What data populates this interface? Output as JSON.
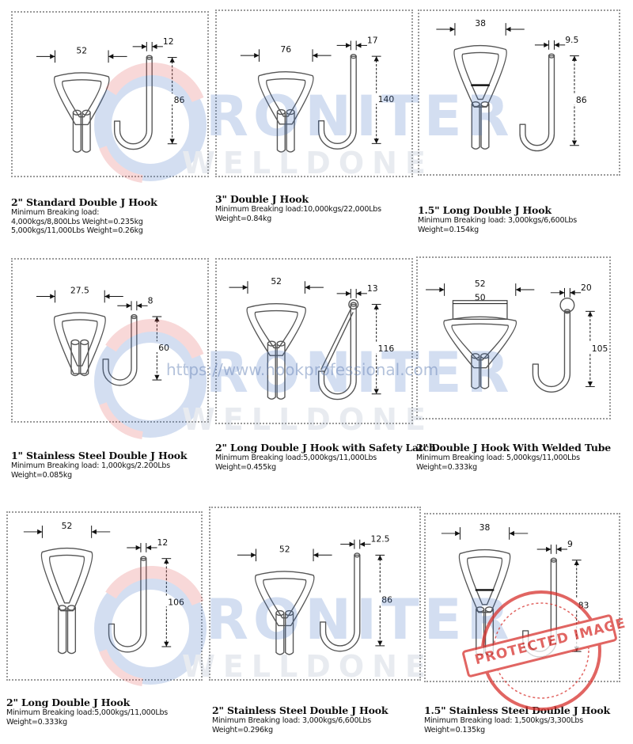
{
  "products": [
    {
      "title": "2\" Standard Double J Hook",
      "specs": [
        "Minimum Breaking load:",
        "4,000kgs/8,800Lbs Weight=0.235kg",
        "5,000kgs/11,000Lbs Weight=0.26kg"
      ],
      "dims": {
        "width": "52",
        "wire": "12",
        "height": "86"
      }
    },
    {
      "title": "3\" Double J Hook",
      "specs": [
        "Minimum Breaking load:10,000kgs/22,000Lbs",
        "Weight=0.84kg"
      ],
      "dims": {
        "width": "76",
        "wire": "17",
        "height": "140"
      }
    },
    {
      "title": "1.5\" Long Double J Hook",
      "specs": [
        "Minimum Breaking load: 3,000kgs/6,600Lbs",
        "Weight=0.154kg"
      ],
      "dims": {
        "width": "38",
        "wire": "9.5",
        "height": "86"
      }
    },
    {
      "title": "1\" Stainless Steel Double J Hook",
      "specs": [
        "Minimum Breaking load: 1,000kgs/2.200Lbs",
        "Weight=0.085kg"
      ],
      "dims": {
        "width": "27.5",
        "wire": "8",
        "height": "60"
      }
    },
    {
      "title": "2\" Long Double J Hook with Safety Latch",
      "specs": [
        "Minimum Breaking load:5,000kgs/11,000Lbs",
        "Weight=0.455kg"
      ],
      "dims": {
        "width": "52",
        "wire": "13",
        "height": "116"
      }
    },
    {
      "title": "2\" Double J Hook With Welded Tube",
      "specs": [
        "Minimum Breaking load: 5,000kgs/11,000Lbs",
        "Weight=0.333kg"
      ],
      "dims": {
        "width": "52",
        "width2": "50",
        "wire": "20",
        "height": "105"
      }
    },
    {
      "title": "2\" Long Double J Hook",
      "specs": [
        "Minimum Breaking load:5,000kgs/11,000Lbs",
        "Weight=0.333kg"
      ],
      "dims": {
        "width": "52",
        "wire": "12",
        "height": "106"
      }
    },
    {
      "title": "2\" Stainless Steel Double J Hook",
      "specs": [
        "Minimum Breaking load: 3,000kgs/6,600Lbs",
        "Weight=0.296kg"
      ],
      "dims": {
        "width": "52",
        "wire": "12.5",
        "height": "86"
      }
    },
    {
      "title": "1.5\" Stainless Steel Double J Hook",
      "specs": [
        "Minimum Breaking load: 1,500kgs/3,300Lbs",
        "Weight=0.135kg"
      ],
      "dims": {
        "width": "38",
        "wire": "9",
        "height": "83"
      }
    }
  ],
  "watermark": {
    "brand": "RONITER",
    "sub": "WELLDONE",
    "url": "https://www.hookprofessional.com",
    "stamp": "PROTECTED IMAGE"
  },
  "colors": {
    "ink": "#111111",
    "frame": "#9a9a9a",
    "wm_blue": "#3a6fc2",
    "wm_red": "#e05050",
    "stamp": "#d8322e"
  }
}
